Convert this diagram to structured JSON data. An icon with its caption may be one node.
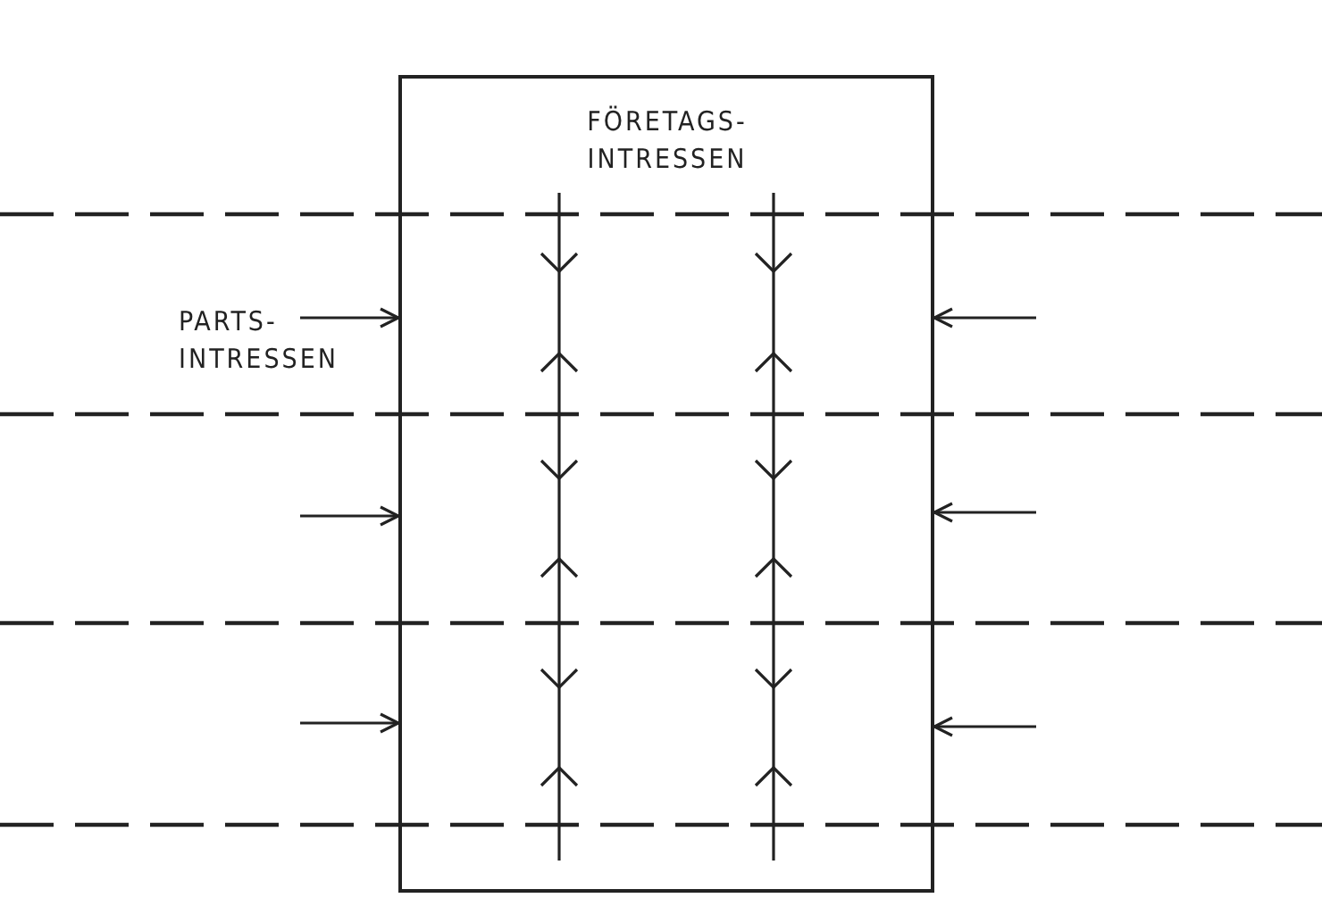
{
  "diagram": {
    "nodes": [
      {
        "text": [
          "FÖRETAGS- INTRESSEN"
        ]
      },
      {
        "text": [
          "PARTS- INTRESSEN"
        ]
      }
    ],
    "edges": [
      {
        "from": 1,
        "to": 0,
        "arrow": "to"
      },
      {
        "from": null,
        "to": 0,
        "arrow": "to"
      },
      {
        "from": null,
        "to": 0,
        "arrow": "to"
      },
      {
        "from": null,
        "to": 0,
        "arrow": "to"
      },
      {
        "from": null,
        "to": 0,
        "arrow": "to"
      },
      {
        "from": null,
        "to": 0,
        "arrow": "to"
      }
    ]
  }
}
